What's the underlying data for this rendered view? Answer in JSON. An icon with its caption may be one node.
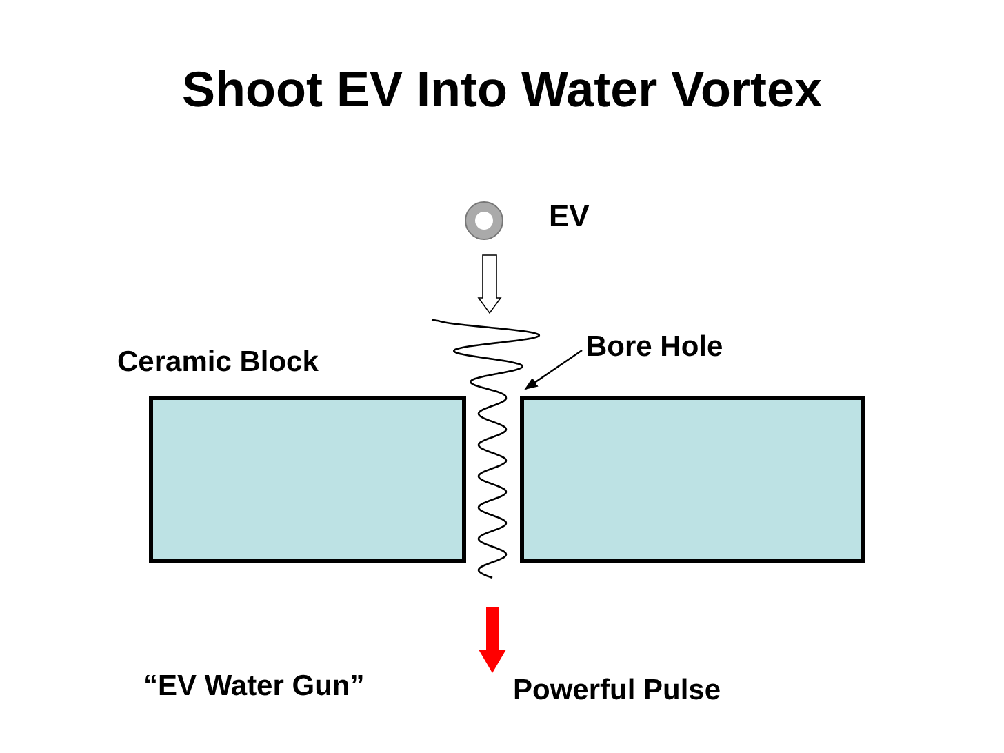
{
  "diagram": {
    "title": "Shoot EV Into Water Vortex",
    "nodes": [
      {
        "text": [],
        "shape": "circle",
        "beside": [
          "EV"
        ]
      },
      {
        "text": [],
        "shape": "box"
      },
      {
        "text": [],
        "shape": "box"
      },
      {
        "text": [
          "Bore Hole"
        ]
      },
      {
        "text": [],
        "shape": "spiral"
      }
    ],
    "edges": [
      {
        "from": 0,
        "to": 4,
        "arrow": "to",
        "style": "thick"
      },
      {
        "from": 3,
        "to": 4,
        "arrow": "to"
      },
      {
        "from": 4,
        "to": null,
        "arrow": "to",
        "style": "thick",
        "color": "#ff0000"
      }
    ],
    "labels": [
      "Ceramic Block",
      "“EV Water Gun”",
      "Powerful Pulse"
    ]
  }
}
